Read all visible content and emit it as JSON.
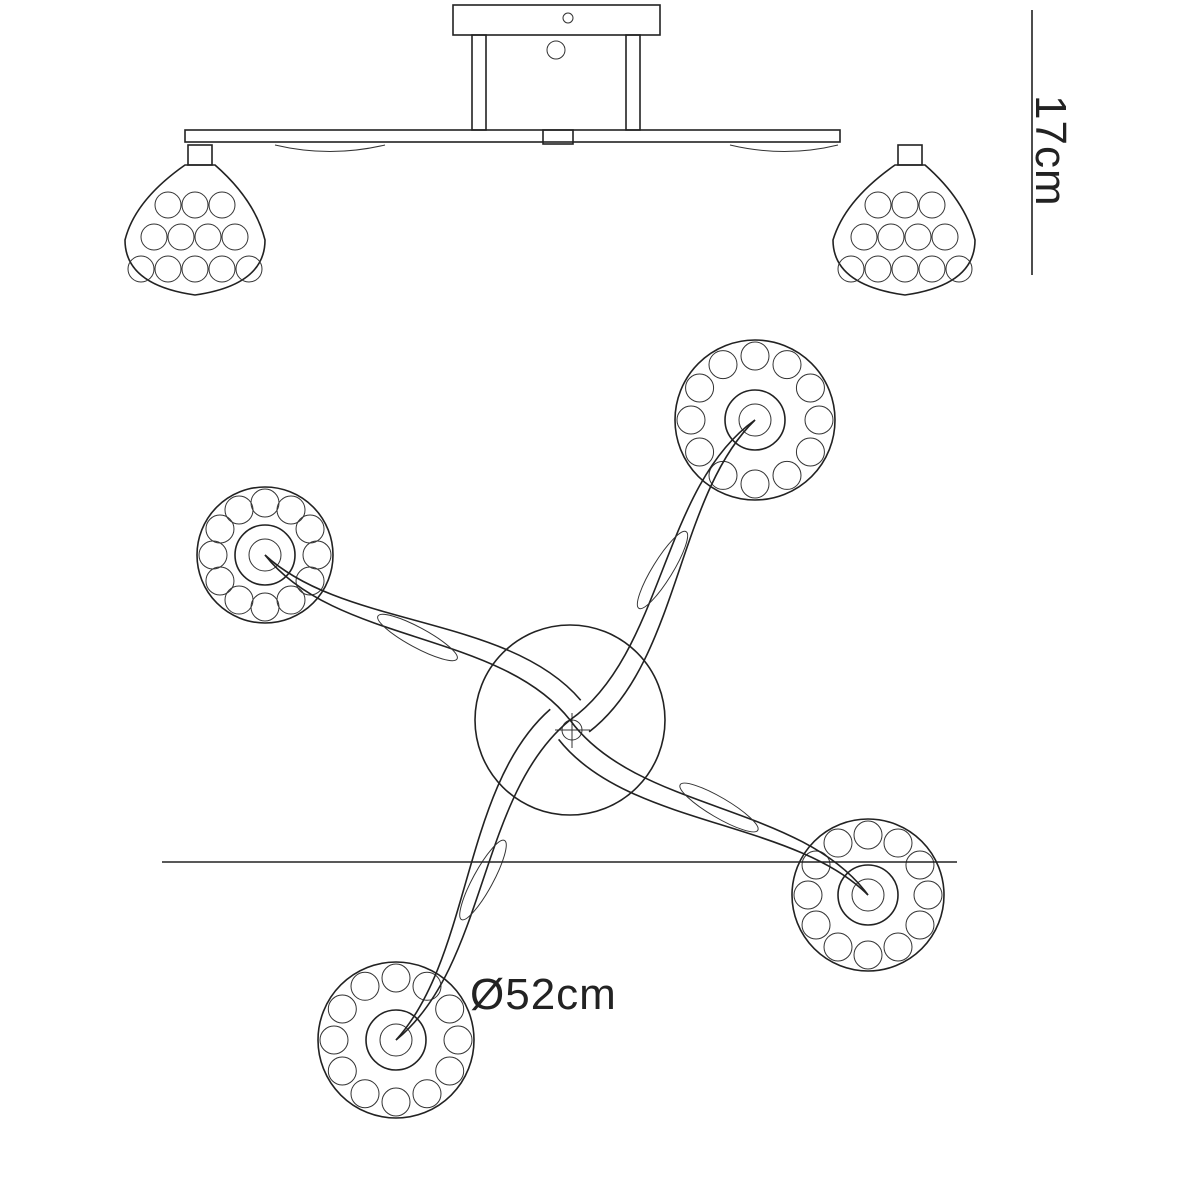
{
  "dimensions": {
    "height": "17cm",
    "diameter": "Ø52cm"
  },
  "views": {
    "side": {
      "shades": 2
    },
    "top": {
      "shades": 4
    }
  }
}
